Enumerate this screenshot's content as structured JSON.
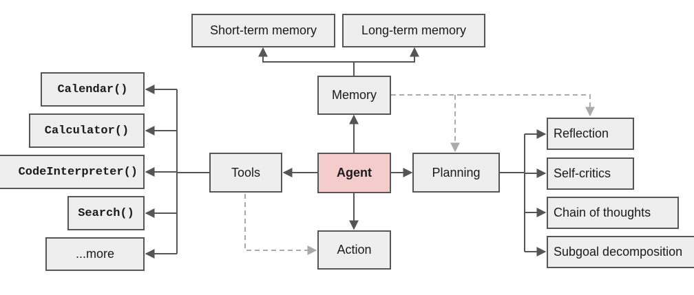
{
  "nodes": {
    "short_term_memory": "Short-term memory",
    "long_term_memory": "Long-term memory",
    "memory": "Memory",
    "agent": "Agent",
    "tools": "Tools",
    "planning": "Planning",
    "action": "Action",
    "calendar": "Calendar()",
    "calculator": "Calculator()",
    "code_interpreter": "CodeInterpreter()",
    "search": "Search()",
    "more": "...more",
    "reflection": "Reflection",
    "self_critics": "Self-critics",
    "chain_of_thoughts": "Chain of thoughts",
    "subgoal_decomposition": "Subgoal decomposition"
  },
  "colors": {
    "node_fill": "#eeeeee",
    "agent_fill": "#f4cccc",
    "border": "#555555",
    "dashed_line": "#aaaaaa"
  }
}
